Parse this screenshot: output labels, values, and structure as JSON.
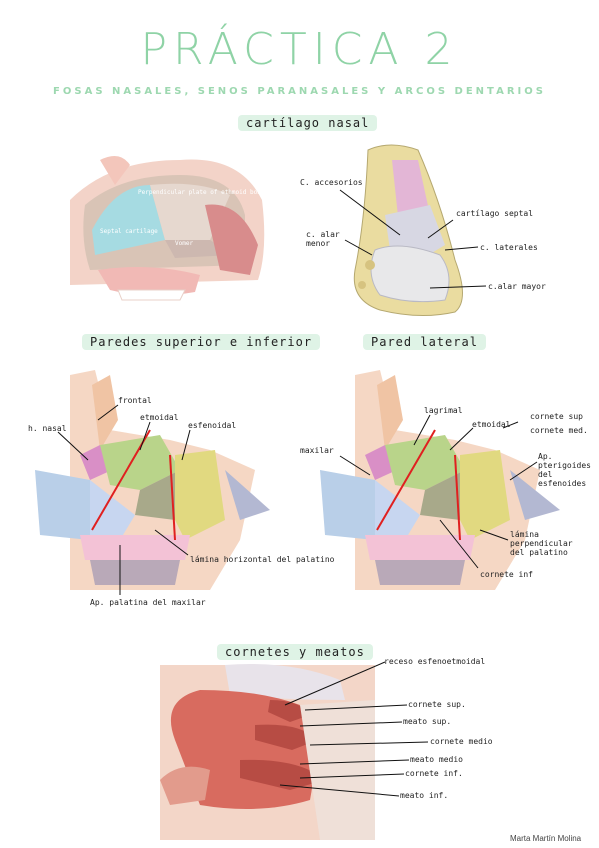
{
  "header": {
    "title": "PRÁCTICA 2",
    "subtitle": "FOSAS NASALES, SENOS PARANASALES Y ARCOS DENTARIOS"
  },
  "sections": {
    "cartilago": "cartílago nasal",
    "paredes": "Paredes superior e inferior",
    "lateral": "Pared lateral",
    "cornetes": "cornetes y meatos"
  },
  "fig1": {
    "perp": "Perpendicular plate of ethmoid bone",
    "septal": "Septal cartilage",
    "vomer": "Vomer"
  },
  "fig2": {
    "accesorios": "C. accesorios",
    "alar_menor": "c. alar menor",
    "septal": "cartílago septal",
    "laterales": "c. laterales",
    "alar_mayor": "c.alar mayor"
  },
  "fig3": {
    "frontal": "frontal",
    "etmoidal": "etmoidal",
    "esfenoidal": "esfenoidal",
    "nasal": "h. nasal",
    "horizontal": "lámina horizontal del palatino",
    "palatina": "Ap. palatina del maxilar"
  },
  "fig4": {
    "lagrimal": "lagrimal",
    "etmoidal": "etmoidal",
    "cornete_sup": "cornete sup",
    "cornete_med": "cornete med.",
    "maxilar": "maxilar",
    "pterigoides": "Ap. pterigoides del esfenoides",
    "lamina": "lámina perpendicular del palatino",
    "cornete_inf": "cornete inf"
  },
  "fig5": {
    "receso": "receso esfenoetmoidal",
    "cornete_sup": "cornete sup.",
    "meato_sup": "meato sup.",
    "cornete_medio": "cornete medio",
    "meato_medio": "meato medio",
    "cornete_inf": "cornete inf.",
    "meato_inf": "meato inf."
  },
  "signature": "Marta Martín Molina",
  "colors": {
    "accent": "#8fd3a6",
    "highlight": "#dff3e6"
  }
}
